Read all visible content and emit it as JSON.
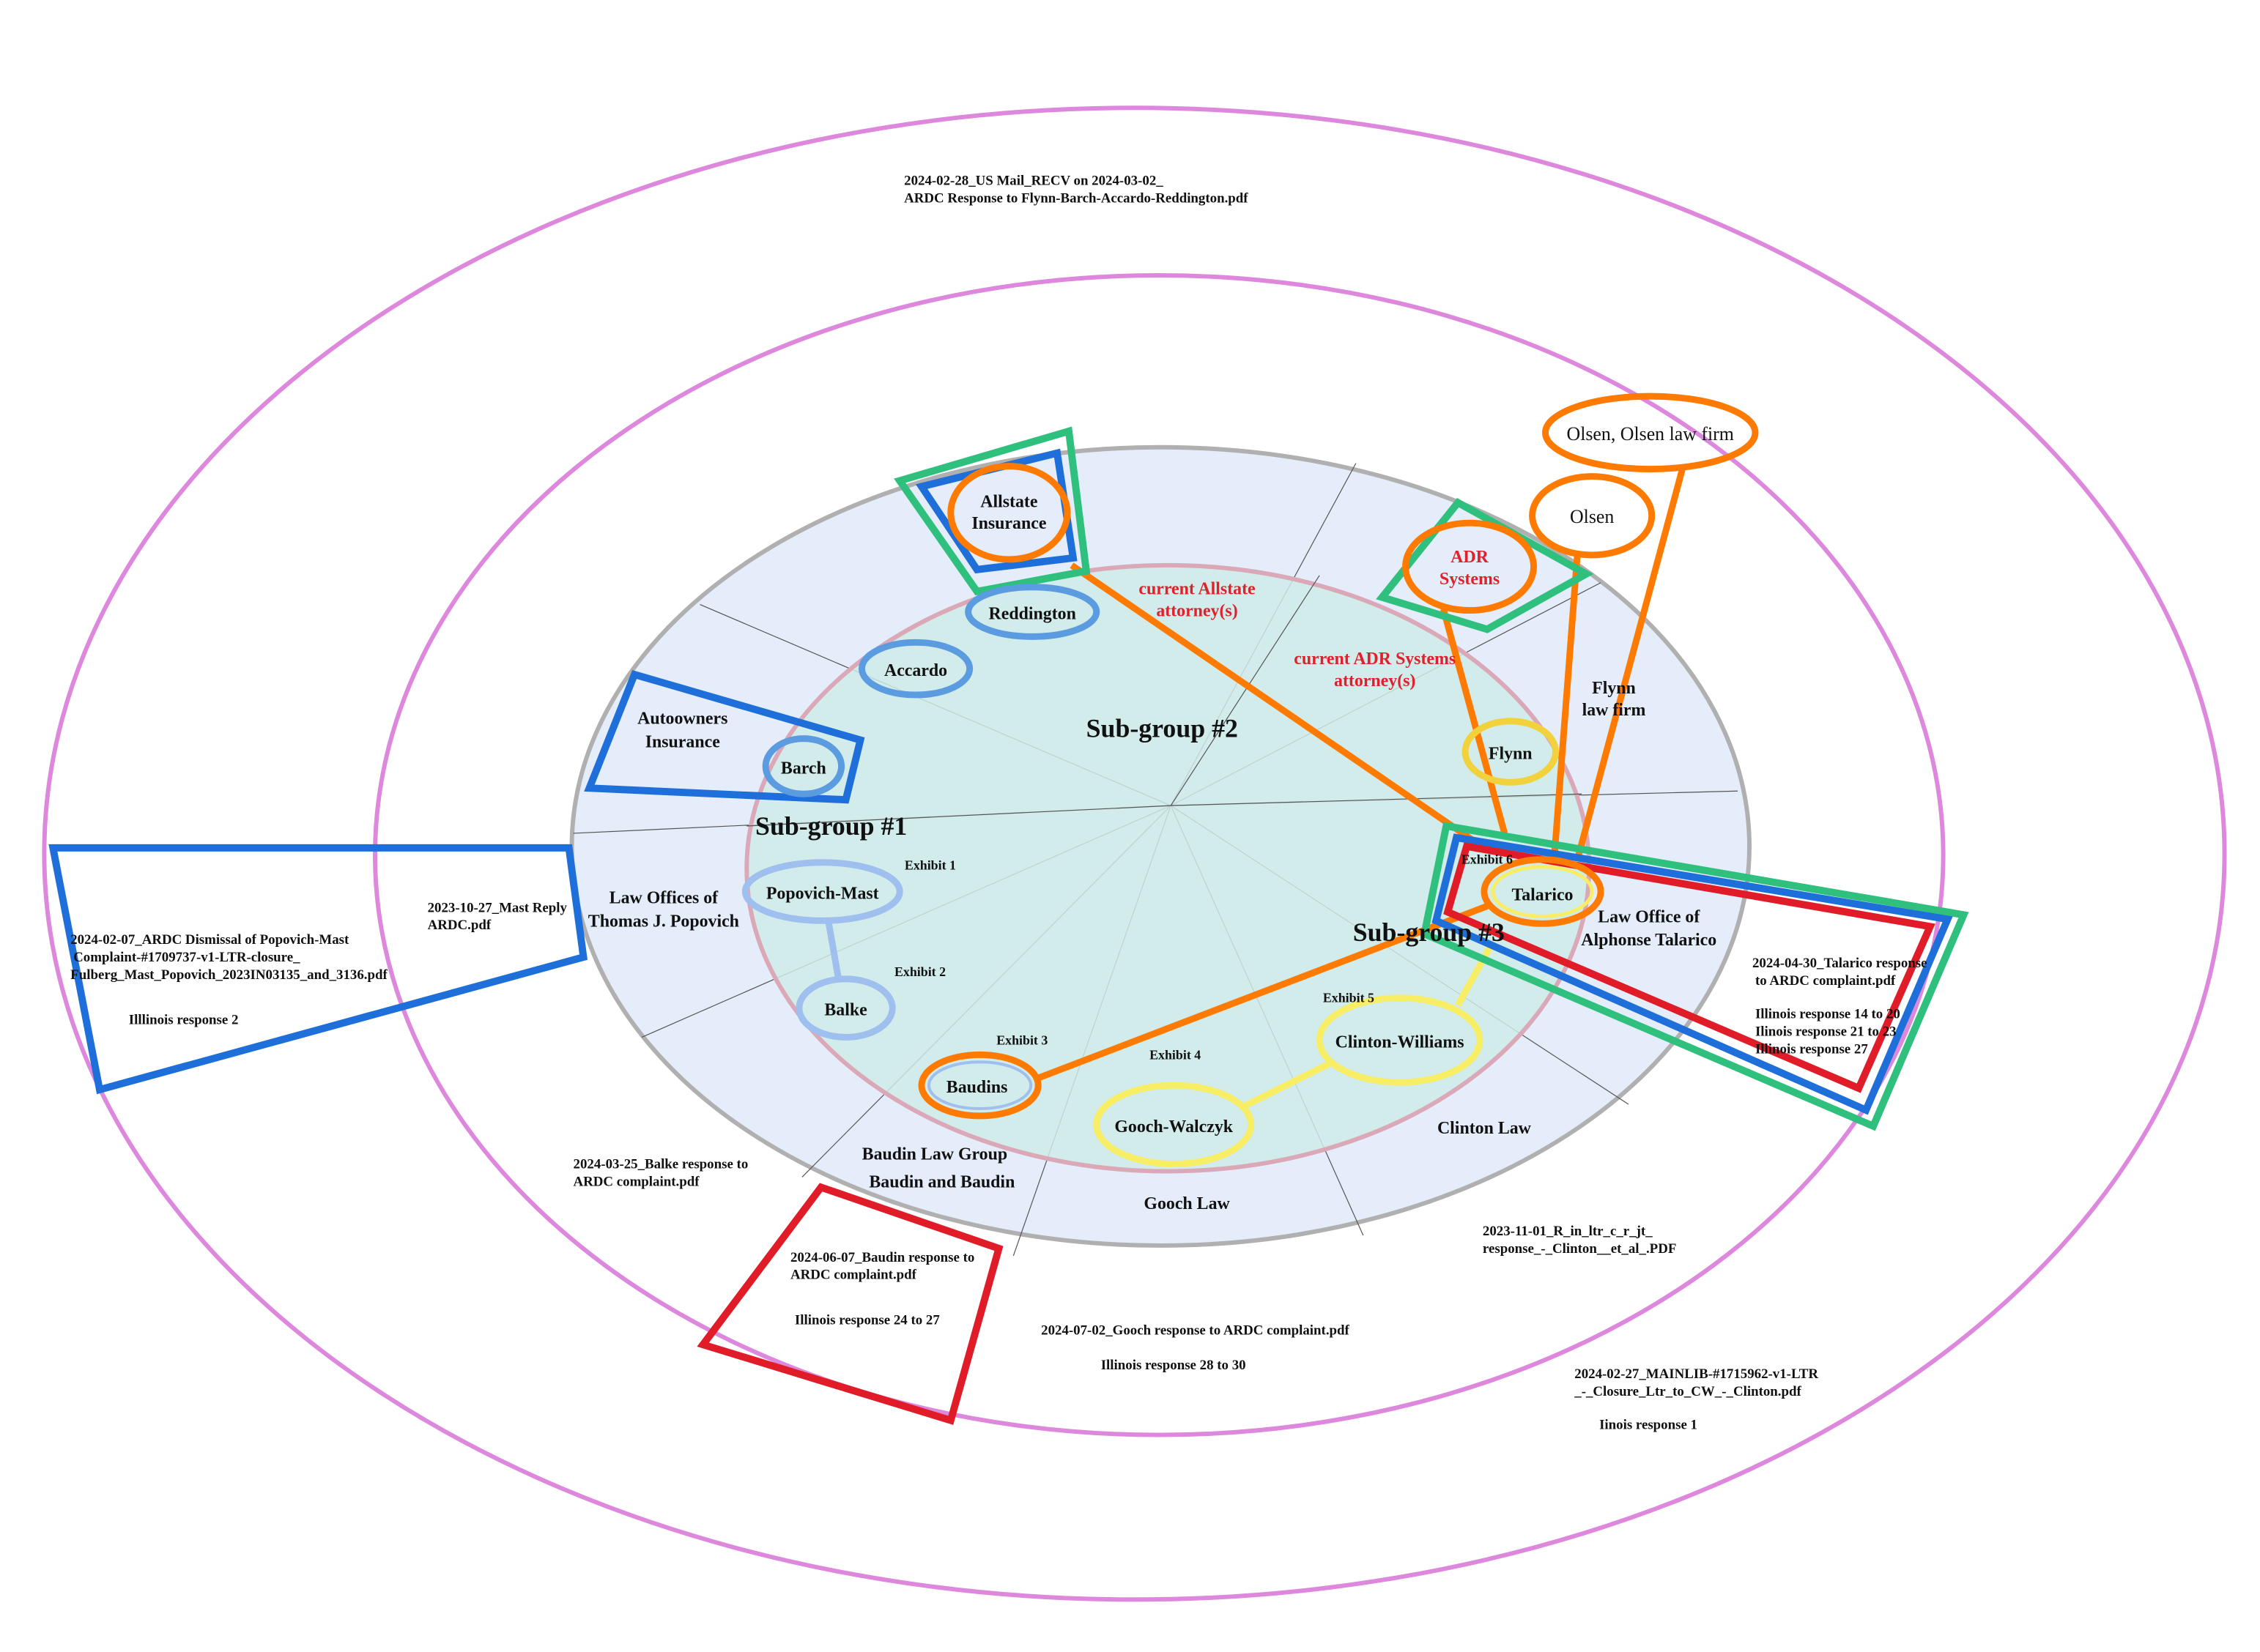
{
  "colors": {
    "outer_ring": "#dd88dd",
    "firm_ring": "#b0b0b0",
    "firm_fill": "#e5edfa",
    "inner_ring": "#dba8b8",
    "inner_fill": "#cfeae8",
    "orange": "#ff7a00",
    "blue": "#1e6fd9",
    "light_blue": "#5b9be0",
    "pale_blue": "#9fc0ee",
    "yellow": "#f7ee66",
    "green": "#30c07e",
    "red": "#e01c28"
  },
  "subgroups": [
    "Sub-group #1",
    "Sub-group #2",
    "Sub-group #3"
  ],
  "attorney_notes": {
    "allstate": [
      "current Allstate",
      "attorney(s)"
    ],
    "adr": [
      "current ADR Systems",
      "attorney(s)"
    ]
  },
  "firms": {
    "autoowners": [
      "Autoowners",
      "Insurance"
    ],
    "popovich": [
      "Law Offices of",
      "Thomas J. Popovich"
    ],
    "baudin": [
      "Baudin Law Group",
      "Baudin and Baudin"
    ],
    "gooch": "Gooch Law",
    "clinton": "Clinton Law",
    "talarico": [
      "Law Office of",
      "Alphonse Talarico"
    ],
    "flynn": [
      "Flynn",
      "law firm"
    ]
  },
  "nodes": {
    "allstate": [
      "Allstate",
      "Insurance"
    ],
    "reddington": "Reddington",
    "accardo": "Accardo",
    "barch": "Barch",
    "popovich_mast": "Popovich-Mast",
    "balke": "Balke",
    "baudins": "Baudins",
    "gooch_walczyk": "Gooch-Walczyk",
    "clinton_williams": "Clinton-Williams",
    "talarico": "Talarico",
    "flynn": "Flynn",
    "adr": [
      "ADR",
      "Systems"
    ],
    "olsen": "Olsen",
    "olsen_firm": "Olsen, Olsen law firm"
  },
  "exhibits": [
    "Exhibit 1",
    "Exhibit 2",
    "Exhibit 3",
    "Exhibit 4",
    "Exhibit 5",
    "Exhibit 6"
  ],
  "documents": {
    "top": [
      "2024-02-28_US Mail_RECV on 2024-03-02_",
      "ARDC Response to Flynn-Barch-Accardo-Reddington.pdf"
    ],
    "mast_reply": [
      "2023-10-27_Mast Reply",
      "ARDC.pdf"
    ],
    "ardc_dismissal": [
      "2024-02-07_ARDC Dismissal of Popovich-Mast",
      "Complaint-#1709737-v1-LTR-closure_",
      "Fulberg_Mast_Popovich_2023IN03135_and_3136.pdf"
    ],
    "ardc_dismissal_ref": "Illlinois response 2",
    "balke": [
      "2024-03-25_Balke response to",
      "ARDC complaint.pdf"
    ],
    "baudin": [
      "2024-06-07_Baudin response to",
      "ARDC complaint.pdf"
    ],
    "baudin_ref": "Illinois response 24 to 27",
    "gooch": "2024-07-02_Gooch response to ARDC complaint.pdf",
    "gooch_ref": "Illinois response 28 to 30",
    "clinton": [
      "2023-11-01_R_in_ltr_c_r_jt_",
      "response_-_Clinton__et_al_.PDF"
    ],
    "mainlib": [
      "2024-02-27_MAINLIB-#1715962-v1-LTR",
      "_-_Closure_Ltr_to_CW_-_Clinton.pdf"
    ],
    "mainlib_ref": "Iinois response 1",
    "talarico": [
      "2024-04-30_Talarico response",
      "to ARDC complaint.pdf"
    ],
    "talarico_refs": [
      "Illinois response 14 to 20",
      "Ilinois response 21 to 23",
      "Illinois response 27"
    ]
  }
}
